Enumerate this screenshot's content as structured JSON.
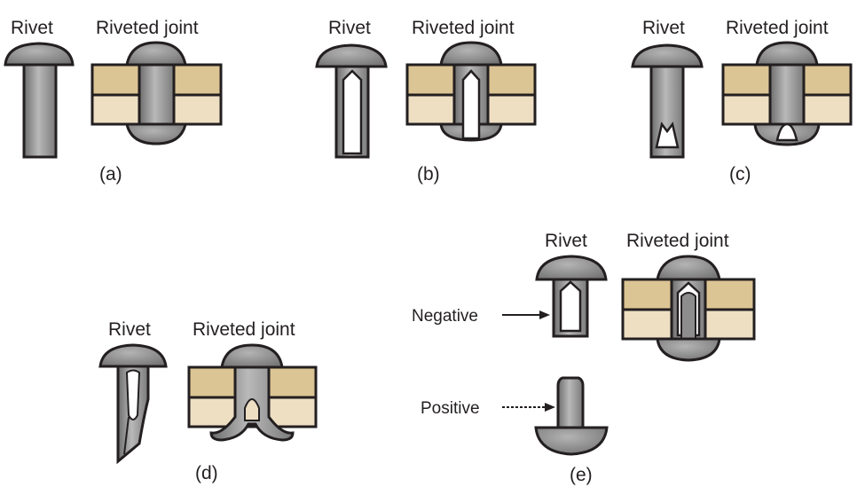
{
  "colors": {
    "metal": "#8d8d8d",
    "metal_dark": "#6f6f6f",
    "metal_light": "#c8c8c8",
    "plate_top": "#dcc594",
    "plate_bottom": "#eedfc3",
    "outline": "#231f20"
  },
  "panels": [
    {
      "id": "a",
      "rivet_label": "Rivet",
      "joint_label": "Riveted joint",
      "caption": "(a)"
    },
    {
      "id": "b",
      "rivet_label": "Rivet",
      "joint_label": "Riveted joint",
      "caption": "(b)"
    },
    {
      "id": "c",
      "rivet_label": "Rivet",
      "joint_label": "Riveted joint",
      "caption": "(c)"
    },
    {
      "id": "d",
      "rivet_label": "Rivet",
      "joint_label": "Riveted joint",
      "caption": "(d)"
    },
    {
      "id": "e",
      "rivet_label": "Rivet",
      "joint_label": "Riveted joint",
      "caption": "(e)",
      "negative_label": "Negative",
      "positive_label": "Positive"
    }
  ]
}
